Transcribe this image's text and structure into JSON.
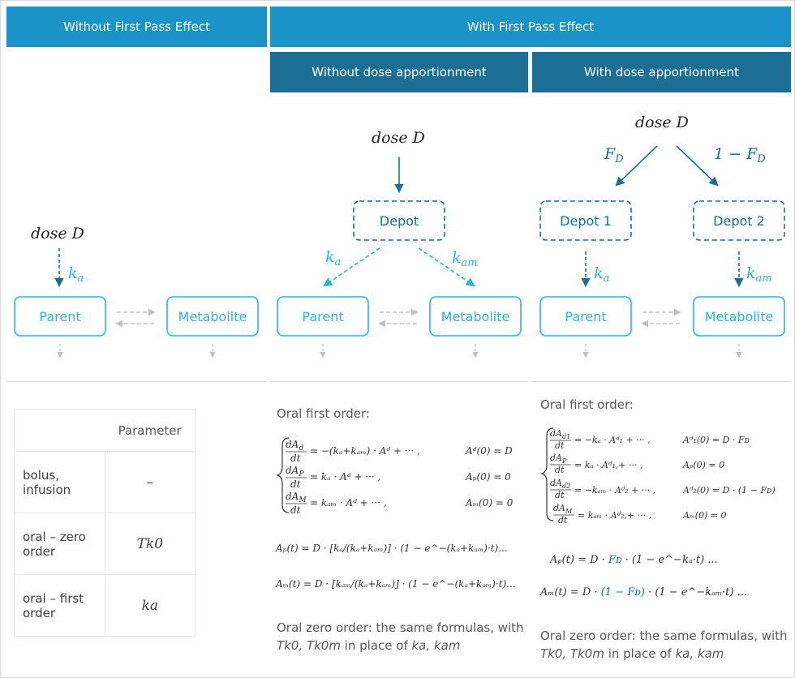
{
  "headers": {
    "without_fpe": "Without First Pass Effect",
    "with_fpe": "With First Pass Effect",
    "without_dose_app": "Without dose apportionment",
    "with_dose_app": "With dose apportionment"
  },
  "diagram1": {
    "dose": "dose D",
    "ka": "k",
    "ka_sub": "a",
    "parent": "Parent",
    "metabolite": "Metabolite"
  },
  "diagram2": {
    "dose": "dose D",
    "depot": "Depot",
    "ka": "k",
    "ka_sub": "a",
    "kam": "k",
    "kam_sub": "am",
    "parent": "Parent",
    "metabolite": "Metabolite"
  },
  "diagram3": {
    "dose": "dose D",
    "fd": "F",
    "fd_sub": "D",
    "one_minus_fd": "1 − F",
    "one_minus_fd_sub": "D",
    "depot1": "Depot 1",
    "depot2": "Depot 2",
    "ka": "k",
    "ka_sub": "a",
    "kam": "k",
    "kam_sub": "am",
    "parent": "Parent",
    "metabolite": "Metabolite"
  },
  "param_table": {
    "header": "Parameter",
    "rows": [
      {
        "label_line1": "bolus,",
        "label_line2": "infusion",
        "value": "–"
      },
      {
        "label_line1": "oral – zero",
        "label_line2": "order",
        "value": "Tk0"
      },
      {
        "label_line1": "oral – first",
        "label_line2": "order",
        "value": "ka"
      }
    ]
  },
  "col2_text": {
    "title": "Oral first order:",
    "ode1": "= −(kₐ+kₐₘ) · Aᵈ + ··· ,",
    "ode1_init": "Aᵈ(0) = D",
    "ode2": "= kₐ · Aᵈ + ··· ,",
    "ode2_init": "Aₚ(0) = 0",
    "ode3": "= kₐₘ · Aᵈ + ··· ,",
    "ode3_init": "Aₘ(0) = 0",
    "sol1": "Aₚ(t) = D · [kₐ/(kₐ+kₐₘ)] · (1 − e^−(kₐ+kₐₘ)·t)...",
    "sol2": "Aₘ(t) = D · [kₐₘ/(kₐ+kₐₘ)] · (1 − e^−(kₐ+kₐₘ)·t)...",
    "zero_order_line1": "Oral zero order: the same formulas, with",
    "zero_order_it1": "Tk0, Tk0m",
    "zero_order_mid": " in place of ",
    "zero_order_it2": "ka, kam"
  },
  "col3_text": {
    "title": "Oral first order:",
    "ode1": "= −kₐ · Aᵈ₁ + ··· ,",
    "ode1_init": "Aᵈ₁(0) = D · Fᴅ",
    "ode2": "= kₐ · Aᵈ₁,+ ··· ,",
    "ode2_init": "Aₚ(0) = 0",
    "ode3": "= −kₐₘ · Aᵈ₂ + ··· ,",
    "ode3_init": "Aᵈ₂(0) = D · (1 − Fᴅ)",
    "ode4": "= kₐₘ · Aᵈ₂,+ ··· ,",
    "ode4_init": "Aₘ(0) = 0",
    "sol1_prefix": "Aₚ(t) = D · ",
    "sol1_colored": "Fᴅ",
    "sol1_suffix": " · (1 − e^−kₐ·t) ...",
    "sol2_prefix": "Aₘ(t) = D · ",
    "sol2_colored": "(1 − Fᴅ)",
    "sol2_suffix": " · (1 − e^−kₐₘ·t) ...",
    "zero_order_line1": "Oral zero order: the same formulas, with",
    "zero_order_it1": "Tk0, Tk0m",
    "zero_order_mid": " in place of ",
    "zero_order_it2": "ka, kam"
  },
  "colors": {
    "header_main": "#1a94c8",
    "header_sub": "#1b6f94",
    "box_stroke": "#29b6e3",
    "depot_stroke": "#1b6f94",
    "rate_label": "#29b6e3",
    "highlight": "#1b6f94"
  }
}
